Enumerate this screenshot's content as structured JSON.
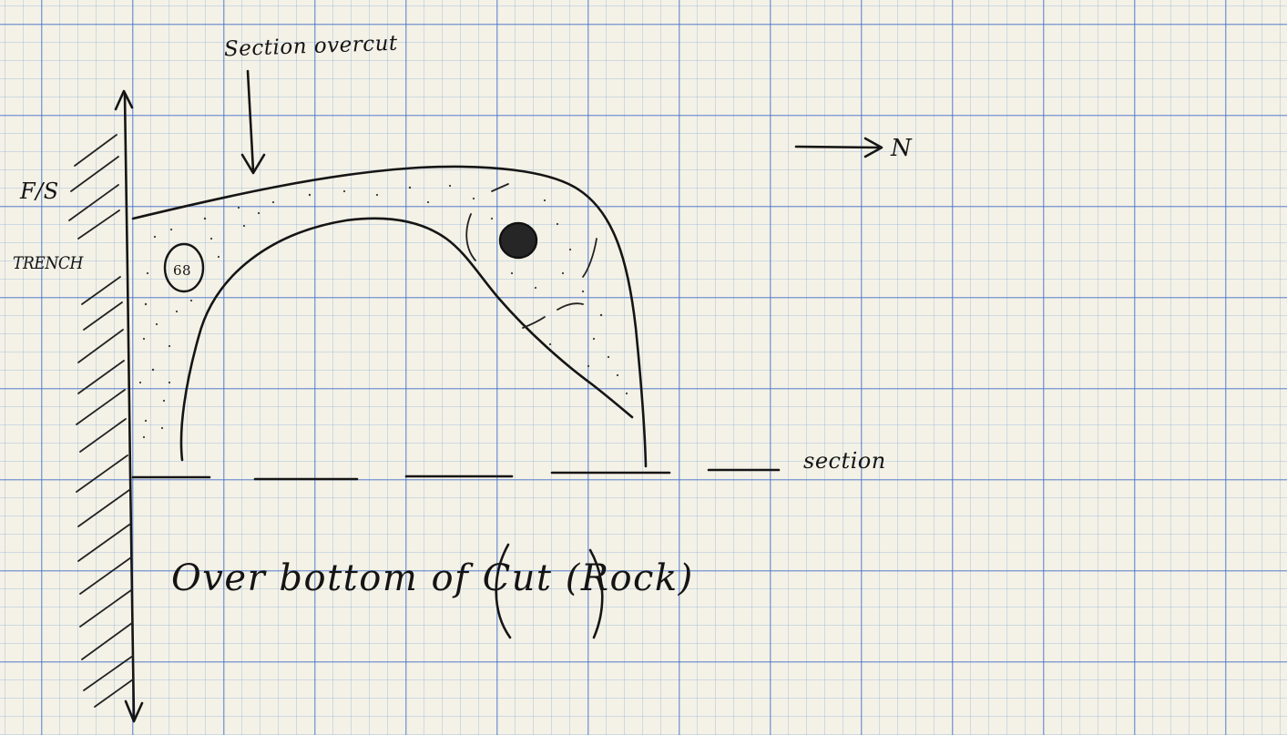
{
  "labels": {
    "section_overcut": "Section overcut",
    "north_marker": "N",
    "face_side": "F/S",
    "trench": "TRENCH",
    "section_line": "section",
    "base_note": "Over bottom of Cut (Rock)",
    "find_number": "68"
  },
  "colors": {
    "paper": "#f4f2e6",
    "grid_major": "#466ec8",
    "grid_minor": "#6e96d7",
    "ink": "#151515"
  }
}
